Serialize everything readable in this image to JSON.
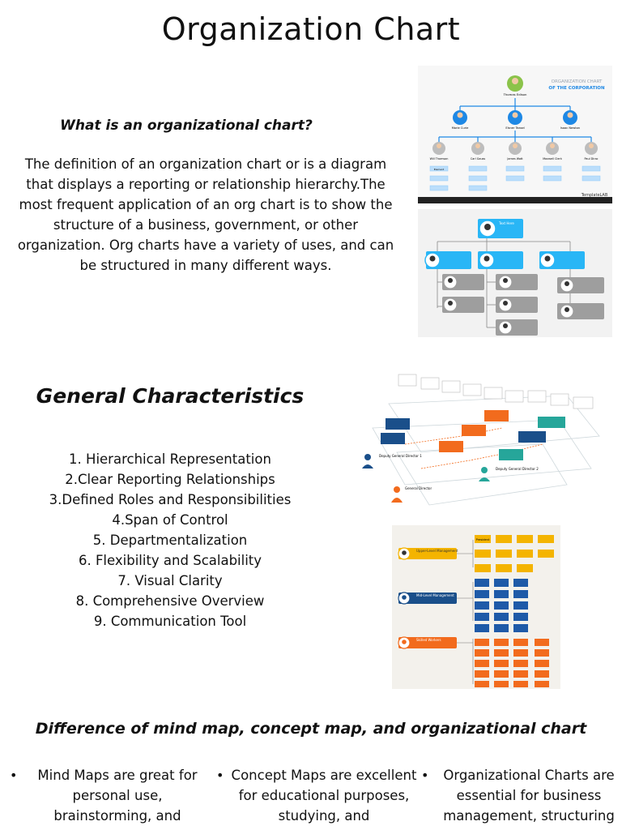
{
  "page": {
    "title": "Organization Chart"
  },
  "section_definition": {
    "question": "What is an organizational chart?",
    "text": "The definition of an organization chart or is a diagram that displays a reporting or relationship hierarchy.The most frequent application of an org chart is to show the structure of a business, government, or other organization. Org charts have a variety of uses, and can be structured in many different ways."
  },
  "section_characteristics": {
    "heading": "General Characteristics",
    "items": [
      "1. Hierarchical Representation",
      "2.Clear Reporting Relationships",
      "3.Defined Roles and Responsibilities",
      "4.Span of Control",
      "5. Departmentalization",
      "6. Flexibility and Scalability",
      "7. Visual Clarity",
      "8. Comprehensive Overview",
      "9. Communication Tool"
    ]
  },
  "section_difference": {
    "heading": "Difference of mind map, concept map, and organizational chart",
    "columns": [
      {
        "bullet": "•",
        "text": "Mind Maps are great for personal use, brainstorming, and"
      },
      {
        "bullet": "•",
        "text": "Concept Maps are excellent for educational purposes, studying, and"
      },
      {
        "bullet": "•",
        "text": "Organizational Charts are essential for business management, structuring"
      }
    ]
  },
  "images": {
    "chart1": {
      "header_line1": "ORGANIZATION CHART",
      "header_line2": "OF THE CORPORATION",
      "top_name": "Thomas Edison",
      "level2": [
        "Marie Curie",
        "Elsner Teasel",
        "Isaac Newton"
      ],
      "level3": [
        "Will Thomson",
        "Carl Gauss",
        "James Watt",
        "Maxwell Clerk",
        "Paul Dirac"
      ],
      "box_label": "Element",
      "brand": "TemplateLAB"
    },
    "chart2": {
      "box_title": "Text Here"
    },
    "chart3": {
      "people": [
        "Deputy General Director 1",
        "Deputy General Director 2",
        "General Director"
      ]
    },
    "chart4": {
      "levels": [
        "Upper-Level Management",
        "Mid-Level Management",
        "Skilled Workers"
      ],
      "top_box": "President"
    }
  },
  "colors": {
    "accent_blue": "#1e88e5",
    "org_orange": "#f26b1d",
    "org_yellow": "#f4b400",
    "org_navy": "#1a4f8a"
  }
}
